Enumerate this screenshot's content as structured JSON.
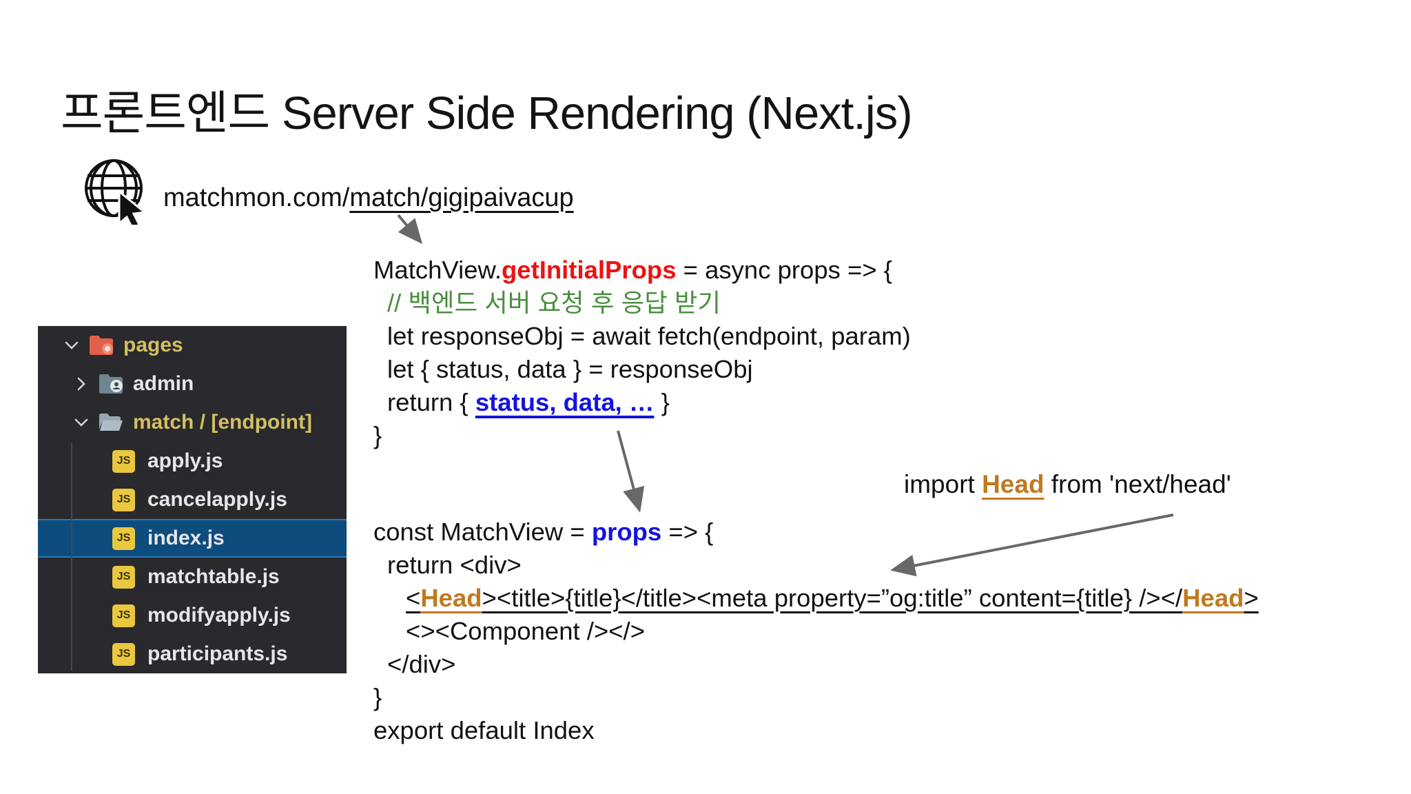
{
  "title": "프론트엔드 Server Side Rendering (Next.js)",
  "browser": {
    "url_plain": "matchmon.com/",
    "url_path": "match/gigipaivacup"
  },
  "code_block_1": {
    "l1a": "MatchView.",
    "l1b": "getInitialProps",
    "l1c": " = async props => {",
    "l2": "// 백엔드 서버 요청 후 응답 받기",
    "l3": "let responseObj = await fetch(endpoint, param)",
    "l4": "let { status, data } = responseObj",
    "l5a": "return { ",
    "l5b": "status, data, …",
    "l5c": " }",
    "l6": "}"
  },
  "import_note": {
    "a": "import ",
    "b": "Head",
    "c": " from 'next/head'"
  },
  "code_block_2": {
    "l1a": "const MatchView = ",
    "l1b": "props",
    "l1c": " => {",
    "l2": "return <div>",
    "l3a": "<",
    "l3b": "Head",
    "l3c": "><title>{title}</title><meta property=”og:title” content={title} /></",
    "l3d": "Head",
    "l3e": ">",
    "l4": "<><Component /></>",
    "l5": "</div>",
    "l6": "}",
    "l7": "export default Index"
  },
  "file_tree": {
    "js_badge": "JS",
    "items": [
      {
        "label": "pages",
        "type": "folder",
        "selected": false
      },
      {
        "label": "admin",
        "type": "folder",
        "selected": false
      },
      {
        "label": "match / [endpoint]",
        "type": "folder",
        "selected": false
      },
      {
        "label": "apply.js",
        "type": "js-file",
        "selected": false
      },
      {
        "label": "cancelapply.js",
        "type": "js-file",
        "selected": false
      },
      {
        "label": "index.js",
        "type": "js-file",
        "selected": true
      },
      {
        "label": "matchtable.js",
        "type": "js-file",
        "selected": false
      },
      {
        "label": "modifyapply.js",
        "type": "js-file",
        "selected": false
      },
      {
        "label": "participants.js",
        "type": "js-file",
        "selected": false
      }
    ]
  },
  "colors": {
    "accent_red": "#ee1111",
    "comment_green": "#4a8f3f",
    "accent_blue": "#1414dd",
    "accent_orange": "#c1791e",
    "tree_gold": "#d4bf60",
    "tree_background": "#29292e",
    "selection_blue": "#0e4c7e",
    "arrow_gray": "#686868"
  }
}
